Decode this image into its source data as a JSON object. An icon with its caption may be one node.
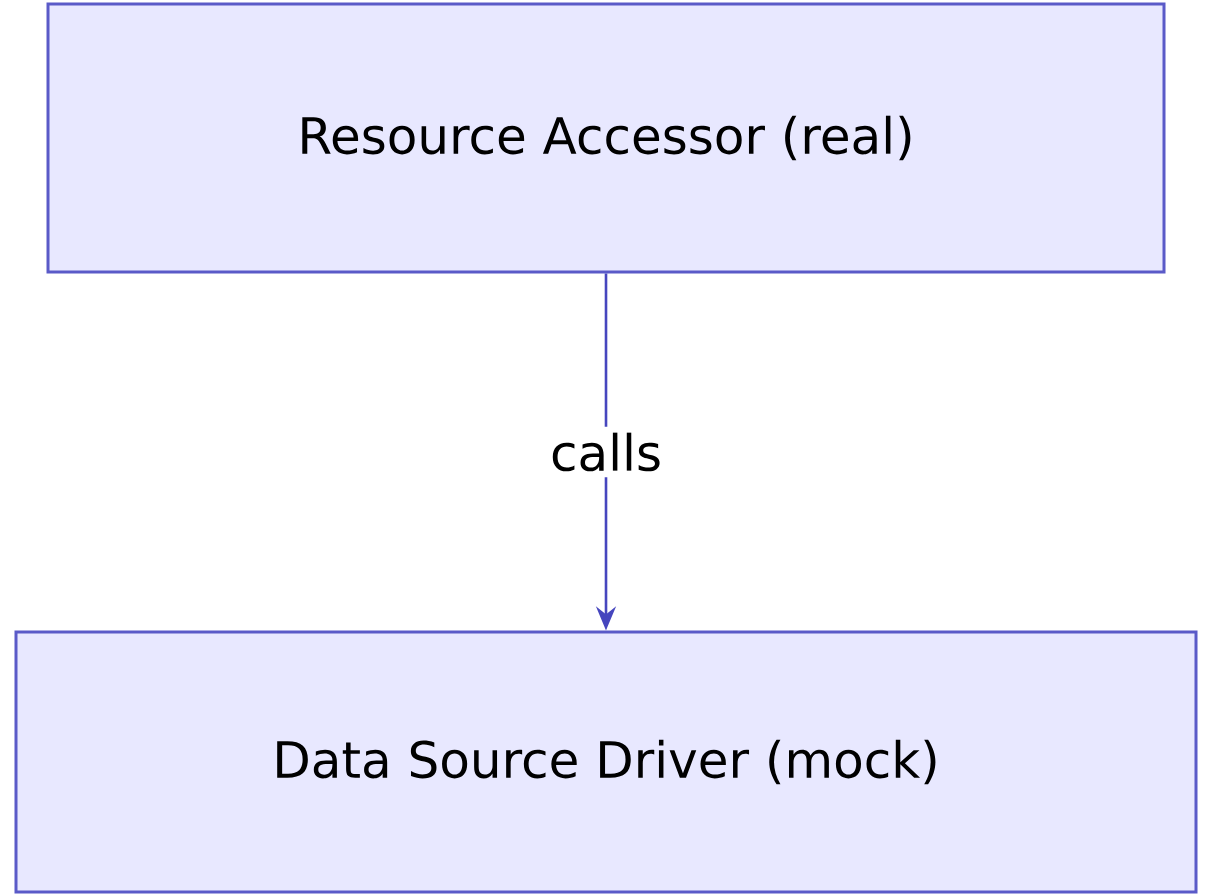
{
  "diagram": {
    "nodes": [
      {
        "text": [
          "Resource Accessor (real)"
        ]
      },
      {
        "text": [
          "Data Source Driver (mock)"
        ]
      }
    ],
    "edges": [
      {
        "from": 0,
        "to": 1,
        "arrow": "to",
        "label": "calls"
      }
    ]
  }
}
